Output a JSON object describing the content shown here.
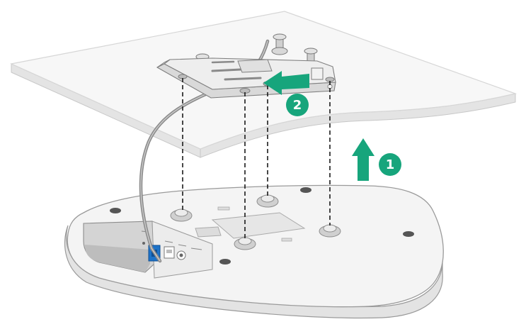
{
  "diagram": {
    "steps": [
      {
        "number": "1",
        "action": "lift-ap-upward",
        "arrow_direction": "up"
      },
      {
        "number": "2",
        "action": "slide-ap-along-bracket",
        "arrow_direction": "left"
      }
    ],
    "components": [
      "ceiling-panel",
      "mounting-bracket",
      "access-point",
      "network-cable",
      "ceiling-screws",
      "screw-alignment-guides",
      "eth-port"
    ],
    "colors": {
      "accent": "#17a57c",
      "port_accent": "#1e73c8",
      "device_fill": "#f4f4f4",
      "outline": "#9a9a9a",
      "panel_fill": "#f7f7f7",
      "panel_edge": "#d6d6d6"
    }
  }
}
